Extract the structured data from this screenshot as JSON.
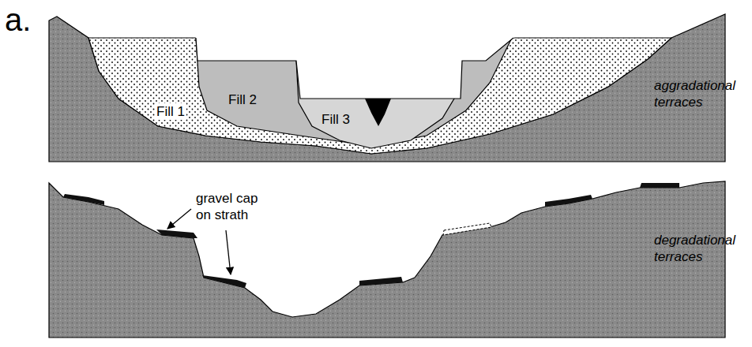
{
  "diagram": {
    "labels": [
      "a.",
      "Fill 1",
      "Fill 2",
      "Fill 3",
      "aggradational terraces",
      "gravel cap on strath",
      "degradational terraces"
    ]
  }
}
